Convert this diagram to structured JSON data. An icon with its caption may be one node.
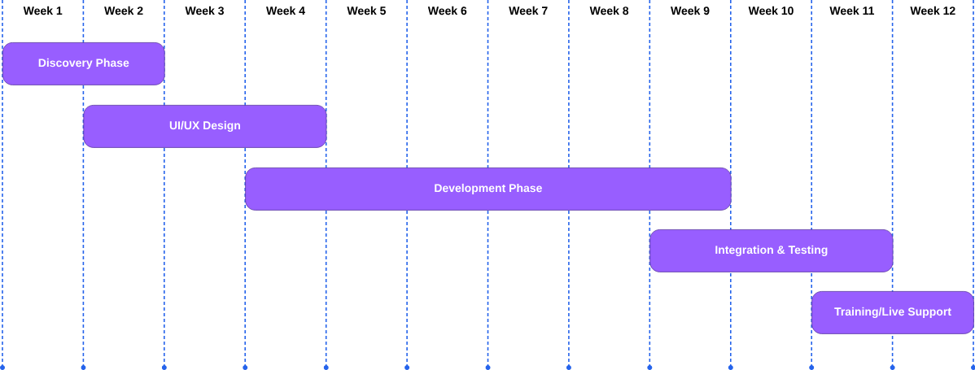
{
  "diagram": {
    "nodes": [
      {
        "text": [
          "Discovery Phase"
        ]
      },
      {
        "text": [
          "UI/UX Design"
        ]
      },
      {
        "text": [
          "Development Phase"
        ]
      },
      {
        "text": [
          "Integration & Testing"
        ]
      },
      {
        "text": [
          "Training/Live Support"
        ]
      }
    ],
    "labels": [
      "Week 1",
      "Week 2",
      "Week 3",
      "Week 4",
      "Week 5",
      "Week 6",
      "Week 7",
      "Week 8",
      "Week 9",
      "Week 10",
      "Week 11",
      "Week 12"
    ]
  }
}
